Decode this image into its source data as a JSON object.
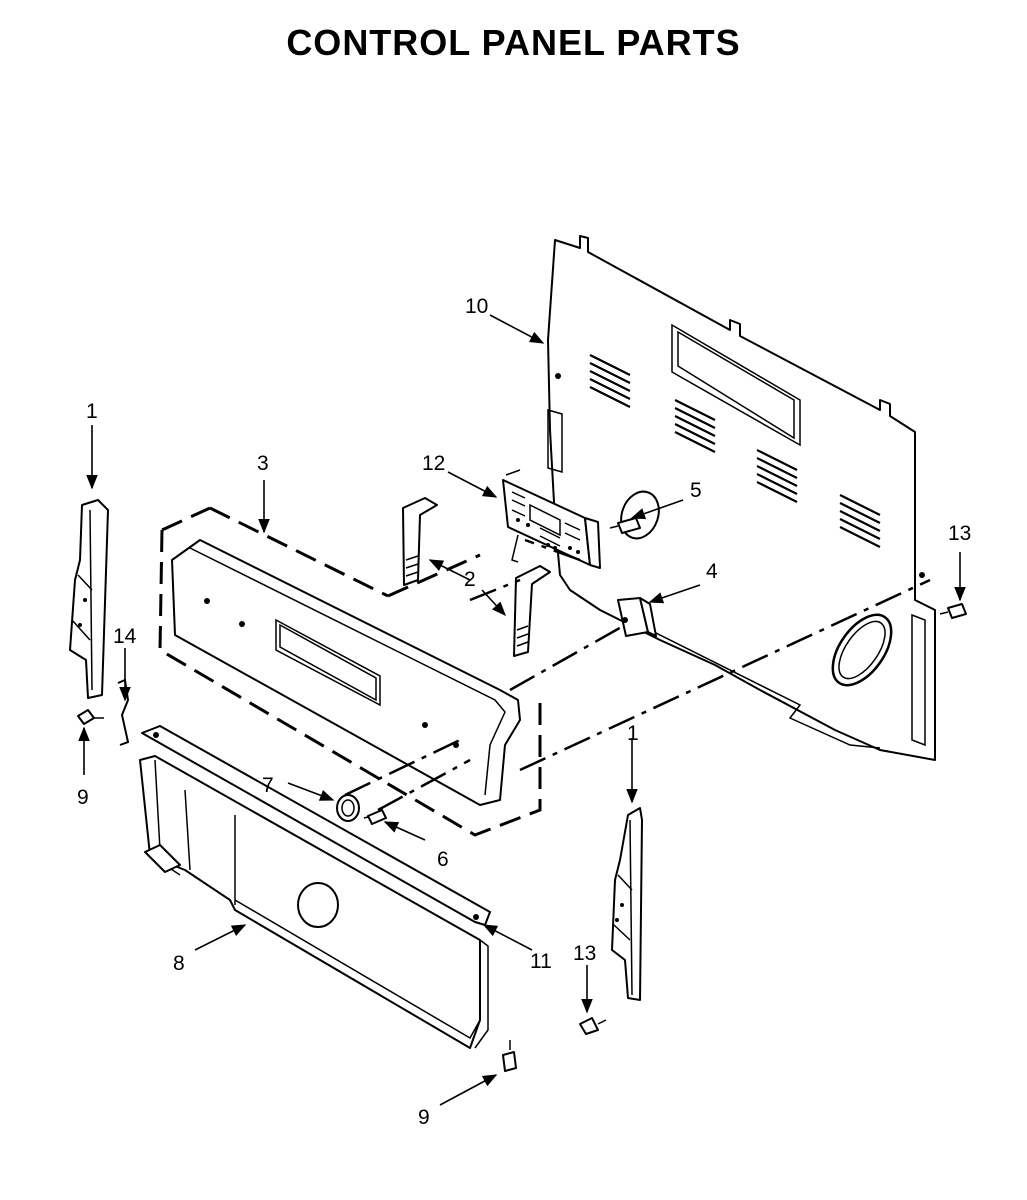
{
  "title": "CONTROL PANEL PARTS",
  "callouts": {
    "c1_left": "1",
    "c1_right": "1",
    "c2": "2",
    "c3": "3",
    "c4": "4",
    "c5": "5",
    "c6": "6",
    "c7": "7",
    "c8": "8",
    "c9_left": "9",
    "c9_bottom": "9",
    "c10": "10",
    "c11": "11",
    "c12": "12",
    "c13_right": "13",
    "c13_bottom": "13",
    "c14": "14"
  }
}
